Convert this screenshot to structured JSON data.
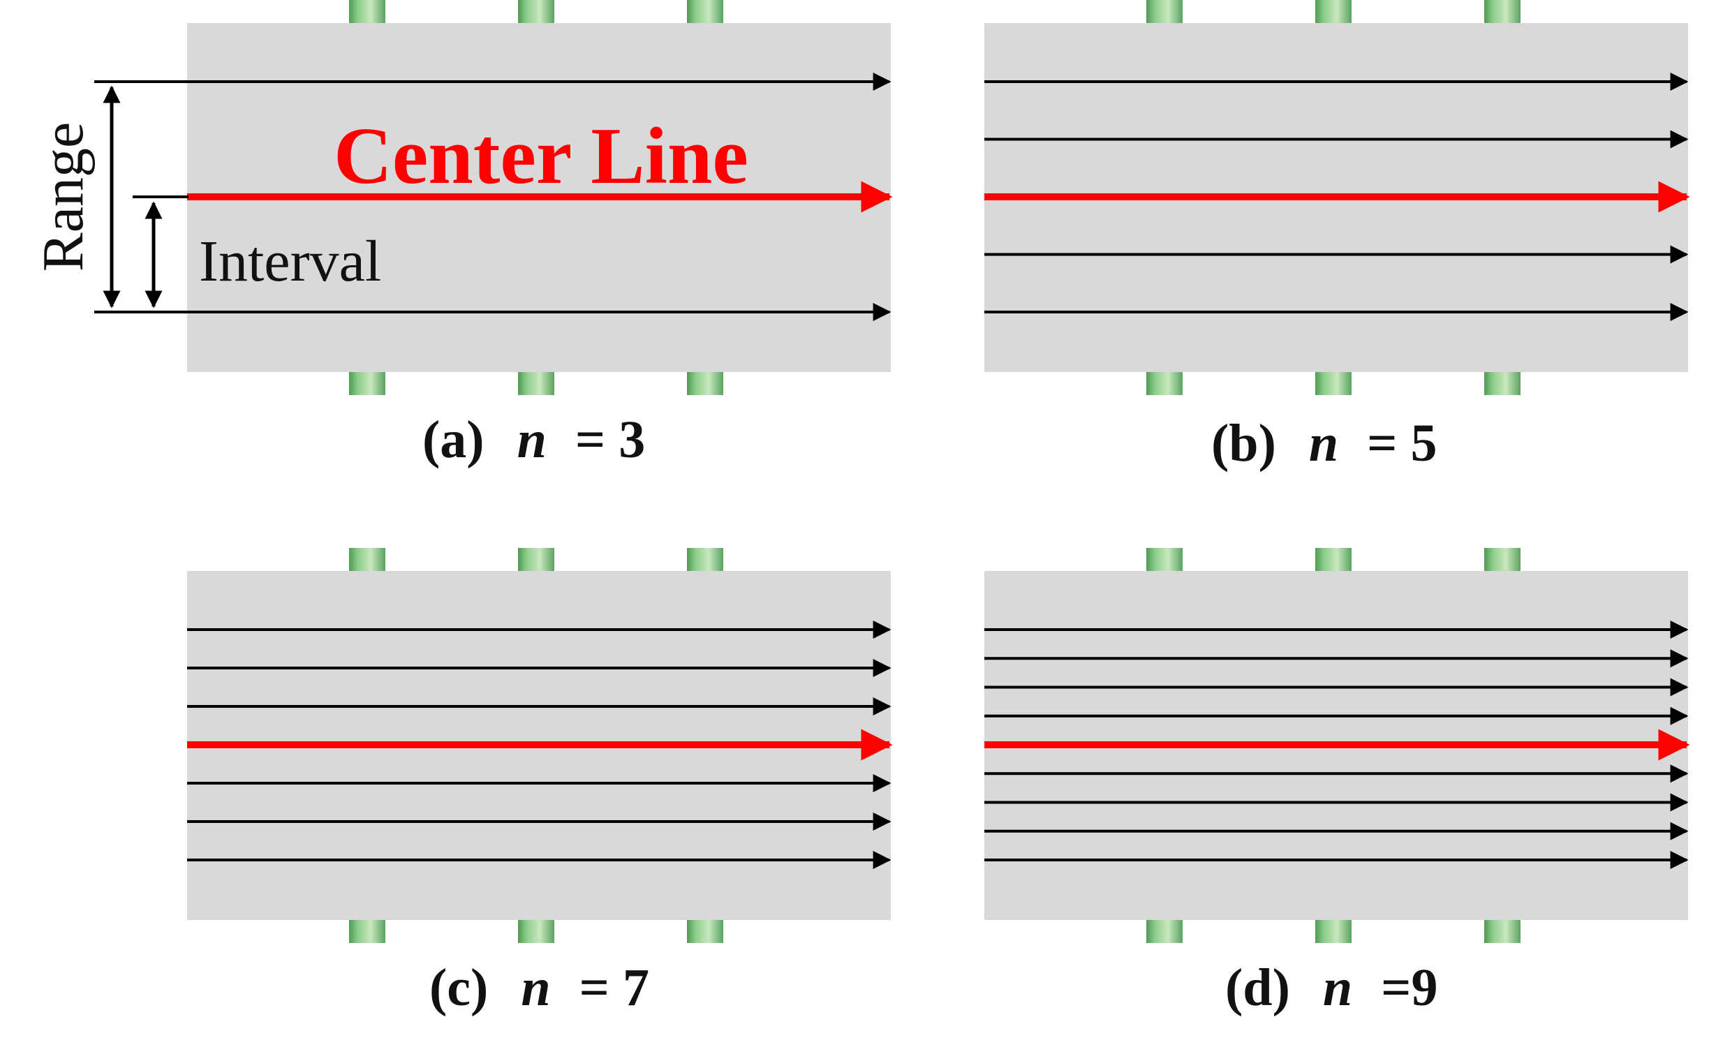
{
  "colors": {
    "panel_bg": "#d9d9d9",
    "center_line": "#ff0000",
    "scan_line": "#000000",
    "pillar_light": "#c8e8c0",
    "pillar_dark": "#4f9a55"
  },
  "annotations": {
    "center_line": "Center Line",
    "interval": "Interval",
    "range": "Range"
  },
  "panels": [
    {
      "id": "a",
      "letter": "(a)",
      "var": "n",
      "eq": "= 3",
      "n": 3
    },
    {
      "id": "b",
      "letter": "(b)",
      "var": "n",
      "eq": "= 5",
      "n": 5
    },
    {
      "id": "c",
      "letter": "(c)",
      "var": "n",
      "eq": "= 7",
      "n": 7
    },
    {
      "id": "d",
      "letter": "(d)",
      "var": "n",
      "eq": "=9",
      "n": 9
    }
  ]
}
